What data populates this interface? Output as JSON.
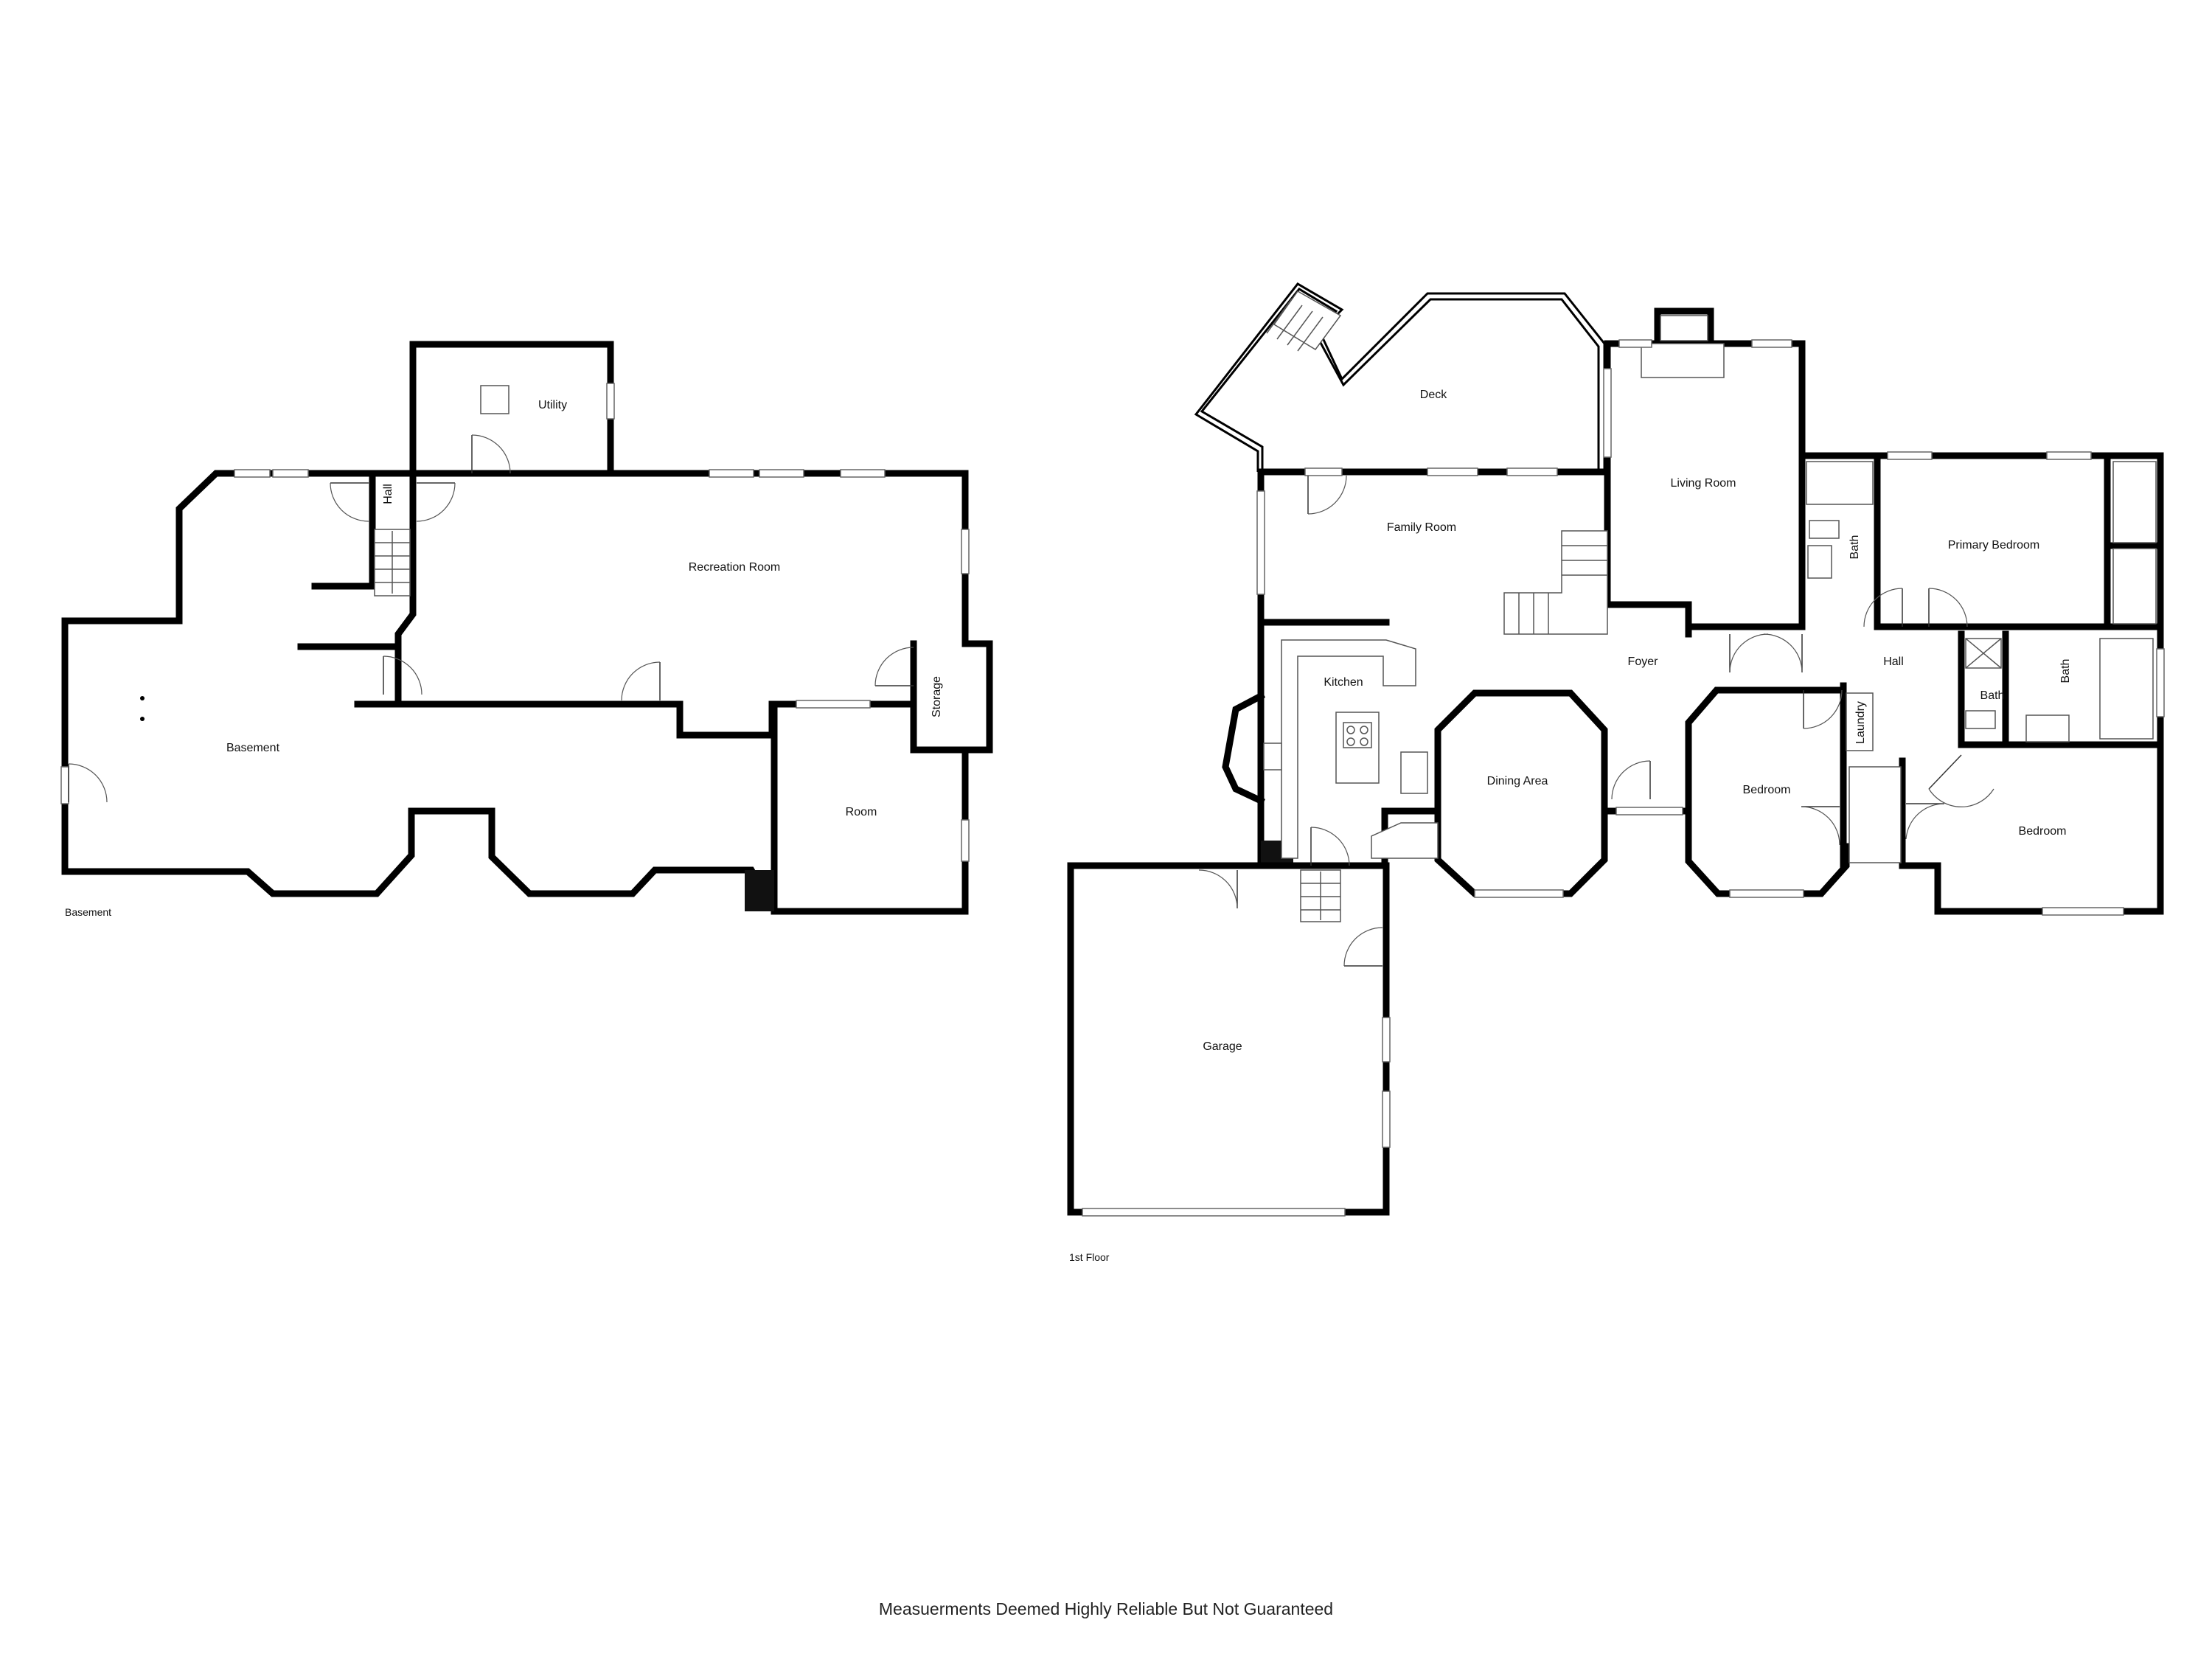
{
  "floors": {
    "basement": {
      "name": "Basement",
      "rooms": {
        "utility": "Utility",
        "hall": "Hall",
        "recreation_room": "Recreation Room",
        "basement": "Basement",
        "storage": "Storage",
        "room": "Room"
      }
    },
    "first_floor": {
      "name": "1st Floor",
      "rooms": {
        "deck": "Deck",
        "living_room": "Living Room",
        "family_room": "Family Room",
        "kitchen": "Kitchen",
        "foyer": "Foyer",
        "dining_area": "Dining Area",
        "bath_1": "Bath",
        "primary_bedroom": "Primary Bedroom",
        "hall": "Hall",
        "laundry": "Laundry",
        "bath_2": "Bath",
        "bath_3": "Bath",
        "bedroom_1": "Bedroom",
        "bedroom_2": "Bedroom",
        "garage": "Garage"
      }
    }
  },
  "footer": {
    "disclaimer": "Measuerments Deemed Highly Reliable But Not Guaranteed"
  },
  "colors": {
    "wall": "#000000",
    "background": "#ffffff"
  }
}
